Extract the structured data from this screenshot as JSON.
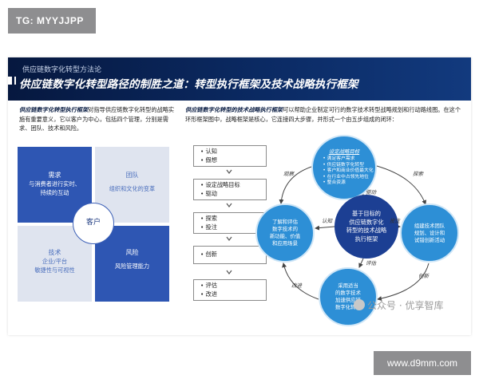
{
  "tag": "TG: MYYJJPP",
  "header": {
    "series": "供应链数字化转型方法论",
    "title": "供应链数字化转型路径的制胜之道：转型执行框架及技术战略执行框架"
  },
  "left": {
    "intro_bold": "供应链数字化转型执行框架",
    "intro_text": "对指导供应链数字化转型的战略实施有重要意义，它以客户为中心，包括四个管理，分别是需求、团队、技术和风险。",
    "quadrants": [
      {
        "title": "需求",
        "lines": [
          "与消费者进行实时、",
          "持续的互动"
        ]
      },
      {
        "title": "团队",
        "lines": [
          "组织和文化的变革"
        ]
      },
      {
        "title": "技术",
        "lines": [
          "企业/平台",
          "敏捷性与可视性"
        ]
      },
      {
        "title": "风险",
        "lines": [
          "风险管理能力"
        ]
      }
    ],
    "center": "客户"
  },
  "right": {
    "intro_bold": "供应链数字化转型的技术战略执行框架",
    "intro_text": "可以帮助企业制定可行的数字技术转型战略规划和行动路线图。在这个环形框架图中，战略框架是核心，它连接四大步骤，并形式一个由五步组成的闭环：",
    "steps": [
      [
        "认知",
        "假想"
      ],
      [
        "设定战略目标",
        "驱动"
      ],
      [
        "探索",
        "投注"
      ],
      [
        "创新"
      ],
      [
        "评估",
        "改进"
      ]
    ],
    "cycle": {
      "top_heading": "设定战略目标",
      "top_items": [
        "满足客户需求",
        "供应链数字化转型",
        "客户和商业价值最大化",
        "在行业中占领先地位",
        "整合资源"
      ],
      "left": [
        "了解和评估",
        "数字技术的",
        "新功能、价值",
        "和应用场景"
      ],
      "right": [
        "组建技术团队",
        "规划、设计和",
        "试错创新活动"
      ],
      "bottom": [
        "采用适当",
        "的数字技术",
        "加速供应链",
        "数字化转型"
      ],
      "center": [
        "基于目标的",
        "供应链数字化",
        "转型的技术战略",
        "执行框架"
      ],
      "outer_labels": [
        "观察",
        "探索",
        "创新",
        "改进"
      ],
      "inner_labels": [
        "驱动",
        "认知",
        "投注",
        "评估"
      ]
    }
  },
  "watermark": "公众号 · 优享智库",
  "url": "www.d9mm.com",
  "colors": {
    "navy": "#0b2a63",
    "quad_blue": "#2e56b3",
    "quad_light": "#dfe4ef",
    "circle_blue": "#2d8fd6",
    "center_blue": "#1c3f93"
  }
}
